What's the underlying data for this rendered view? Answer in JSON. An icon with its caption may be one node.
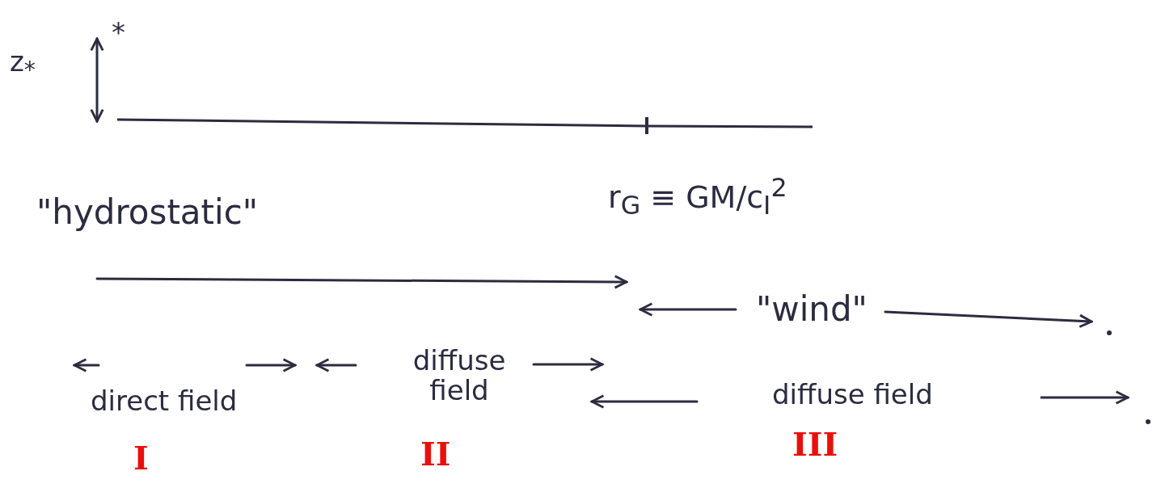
{
  "diagram": {
    "labels": [
      "z$_{*}$",
      "*",
      "\"hydrostatic\"",
      "r$_{G}$ ≡ GM/c$_{I}$$^{2}$",
      "\"wind\"",
      "direct field",
      "diffuse field",
      "diffuse field",
      "I",
      "II",
      "III"
    ]
  }
}
